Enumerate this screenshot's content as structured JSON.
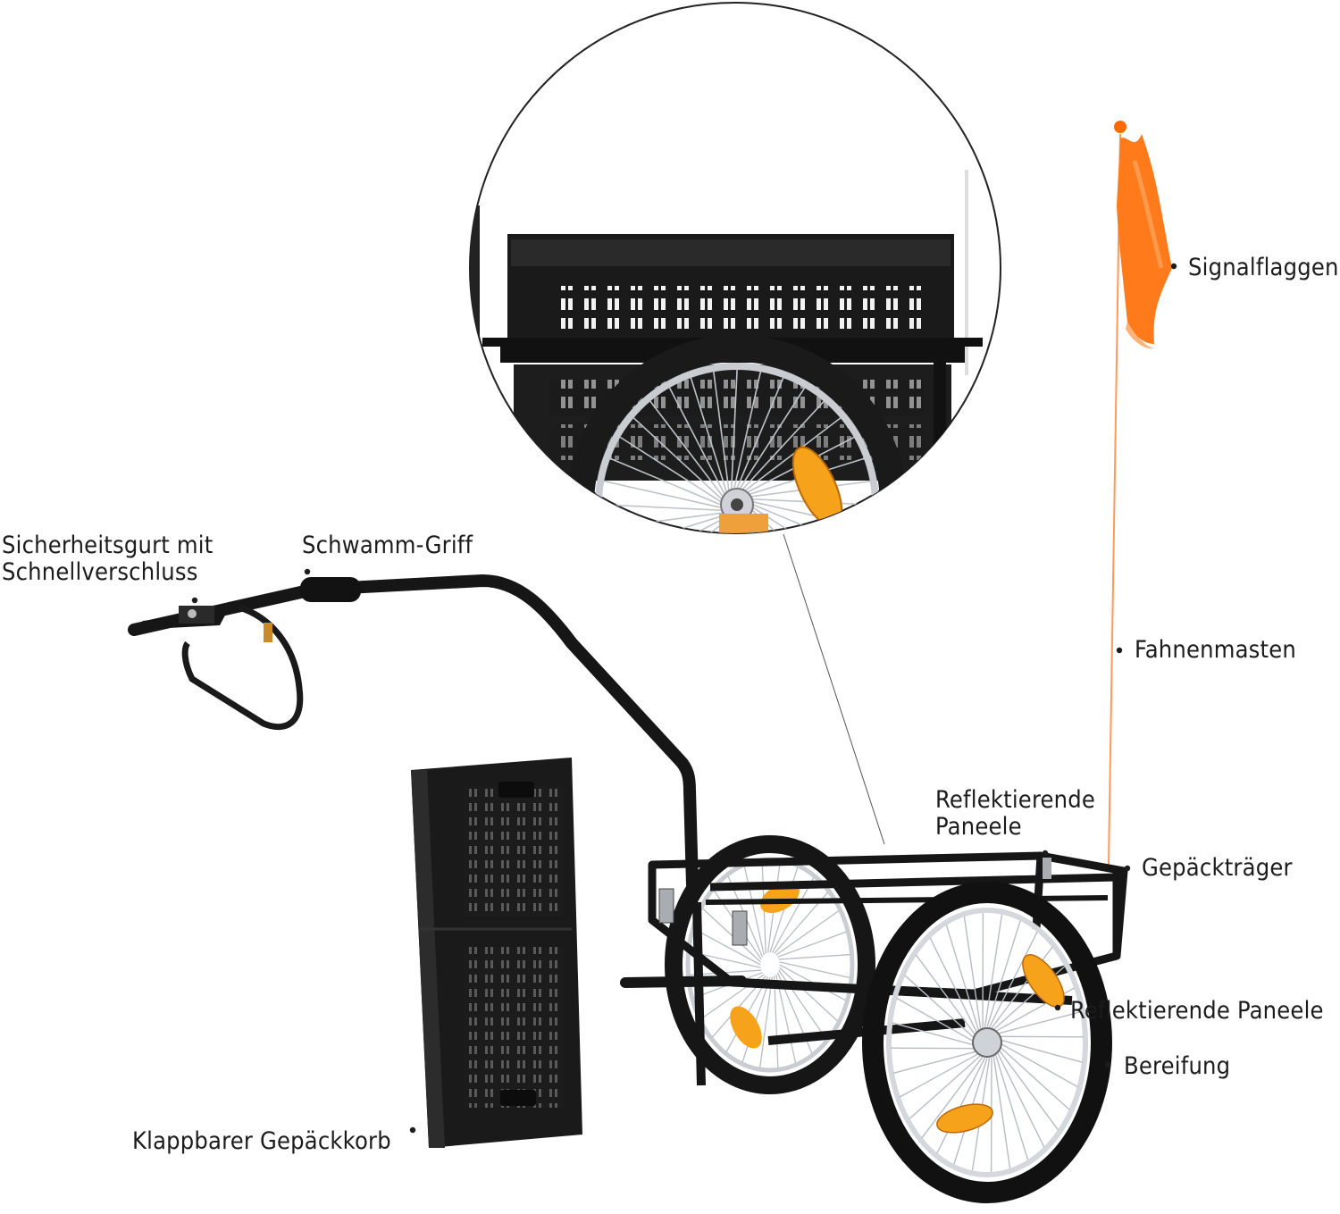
{
  "labels": {
    "signal_flag": "Signalflaggen",
    "flag_pole": "Fahnenmasten",
    "reflective_panels_top_line1": "Reflektierende",
    "reflective_panels_top_line2": "Paneele",
    "luggage_carrier": "Gepäckträger",
    "reflective_panels_wheel": "Reflektierende Paneele",
    "tires": "Bereifung",
    "foldable_basket": "Klappbarer Gepäckkorb",
    "safety_belt_line1": "Sicherheitsgurt mit",
    "safety_belt_line2": "Schnellverschluss",
    "sponge_grip": "Schwamm-Griff"
  },
  "colors": {
    "frame": "#141414",
    "flag": "#ff7a1a",
    "reflector": "#f7a21b",
    "rim": "#c9ccd0",
    "basket": "#1a1a1a"
  }
}
